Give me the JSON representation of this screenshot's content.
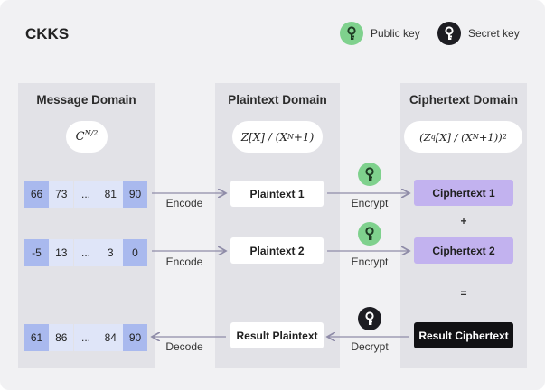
{
  "title": "CKKS",
  "legend": {
    "public_label": "Public key",
    "secret_label": "Secret key"
  },
  "colors": {
    "public_key": "#7fd18d",
    "secret_key": "#1d1d22",
    "panel": "#e2e2e7",
    "vector_dark": "#a9b9ee",
    "vector_light": "#dfe5f8",
    "ciphertext": "#c2b2ef",
    "arrow": "#8f8ca8"
  },
  "domains": {
    "message": {
      "title": "Message Domain",
      "formula_base": "C",
      "formula_sup": "N/2"
    },
    "plaintext": {
      "title": "Plaintext Domain",
      "formula": "Z[X] / (X",
      "formula_sup": "N",
      "formula_tail": "+1)"
    },
    "ciphertext": {
      "title": "Ciphertext Domain",
      "formula_a": "(Z",
      "formula_sub": "q",
      "formula_b": "[X] / (X",
      "formula_sup": "N",
      "formula_c": "+1))",
      "formula_sup2": "2"
    }
  },
  "vectors": [
    [
      "66",
      "73",
      "...",
      "81",
      "90"
    ],
    [
      "-5",
      "13",
      "...",
      "3",
      "0"
    ],
    [
      "61",
      "86",
      "...",
      "84",
      "90"
    ]
  ],
  "plaintexts": [
    "Plaintext 1",
    "Plaintext 2",
    "Result Plaintext"
  ],
  "ciphertexts": [
    "Ciphertext 1",
    "Ciphertext 2",
    "Result Ciphertext"
  ],
  "arrow_labels": {
    "encode1": "Encode",
    "encode2": "Encode",
    "decode": "Decode",
    "encrypt1": "Encrypt",
    "encrypt2": "Encrypt",
    "decrypt": "Decrypt"
  },
  "operators": {
    "plus": "+",
    "equals": "="
  },
  "icons": {
    "public_key": "key-icon",
    "secret_key": "key-icon"
  }
}
